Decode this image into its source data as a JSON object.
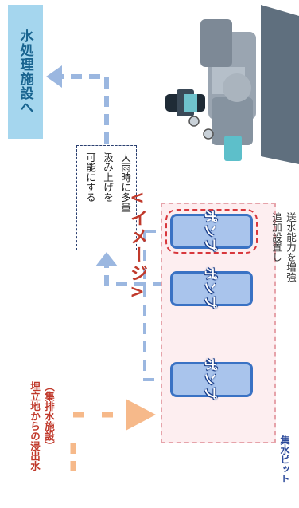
{
  "destination": "水処理施設へ",
  "note_lines": [
    "大雨時に多量",
    "汲み上げを",
    "可能にする"
  ],
  "title": "<イメージ>",
  "pumps": [
    {
      "label": "ポンプ",
      "added": true
    },
    {
      "label": "ポンプ",
      "added": false
    },
    {
      "label": "ポンプ",
      "added": false
    }
  ],
  "pit_label": "集水ピット",
  "added_note_lines": [
    "追加設置し",
    "送水能力を増強"
  ],
  "source_lines": [
    "埋立地からの浸出水",
    "（集排水施設）"
  ],
  "colors": {
    "flow_arrow": "#9bb7e0",
    "source_arrow": "#f6b98a",
    "pump_fill": "#a9c4ec",
    "pump_border": "#3a72c4",
    "added_pump_outline": "#d8373c",
    "pit_fill": "#fdeef0",
    "title": "#c0392b"
  }
}
